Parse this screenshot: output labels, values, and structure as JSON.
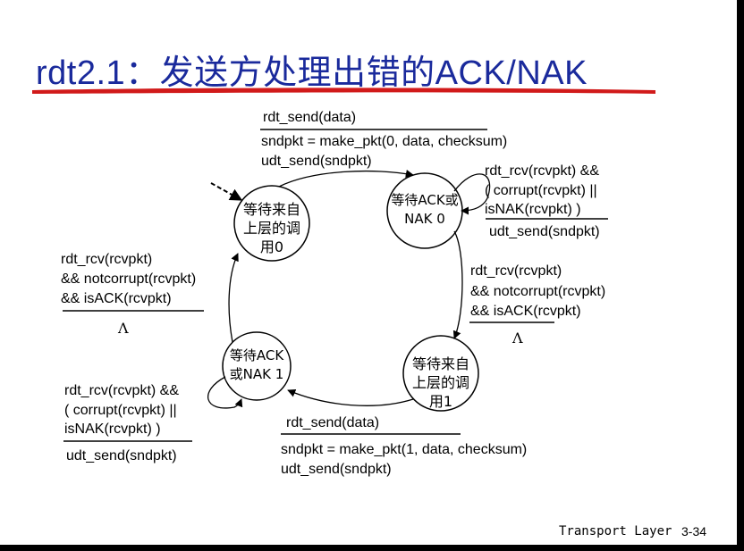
{
  "slide": {
    "title": "rdt2.1：发送方处理出错的ACK/NAK",
    "footer": {
      "label": "Transport Layer",
      "page": "3-34"
    }
  },
  "states": {
    "wait_call_0": {
      "lines": [
        "等待来自",
        "上层的调",
        "用0"
      ]
    },
    "wait_ack_0": {
      "lines": [
        "等待ACK或",
        "NAK 0"
      ]
    },
    "wait_call_1": {
      "lines": [
        "等待来自",
        "上层的调",
        "用1"
      ]
    },
    "wait_ack_1": {
      "lines": [
        "等待ACK",
        "或NAK 1"
      ]
    }
  },
  "transitions": {
    "send0": {
      "event": "rdt_send(data)",
      "actions": [
        "sndpkt = make_pkt(0, data, checksum)",
        "udt_send(sndpkt)"
      ]
    },
    "retx0": {
      "event": [
        "rdt_rcv(rcvpkt) &&",
        "( corrupt(rcvpkt) ||",
        "isNAK(rcvpkt) )"
      ],
      "action": "udt_send(sndpkt)"
    },
    "ack0": {
      "event": [
        "rdt_rcv(rcvpkt)",
        "&& notcorrupt(rcvpkt)",
        "&& isACK(rcvpkt)"
      ],
      "action": "Λ"
    },
    "send1": {
      "event": "rdt_send(data)",
      "actions": [
        "sndpkt = make_pkt(1, data, checksum)",
        "udt_send(sndpkt)"
      ]
    },
    "retx1": {
      "event": [
        "rdt_rcv(rcvpkt) &&",
        "( corrupt(rcvpkt) ||",
        "isNAK(rcvpkt) )"
      ],
      "action": "udt_send(sndpkt)"
    },
    "ack1": {
      "event": [
        "rdt_rcv(rcvpkt)",
        "&& notcorrupt(rcvpkt)",
        "&& isACK(rcvpkt)"
      ],
      "action": "Λ"
    }
  },
  "colors": {
    "title": "#1a2a9c",
    "underline": "#d11a1a"
  }
}
